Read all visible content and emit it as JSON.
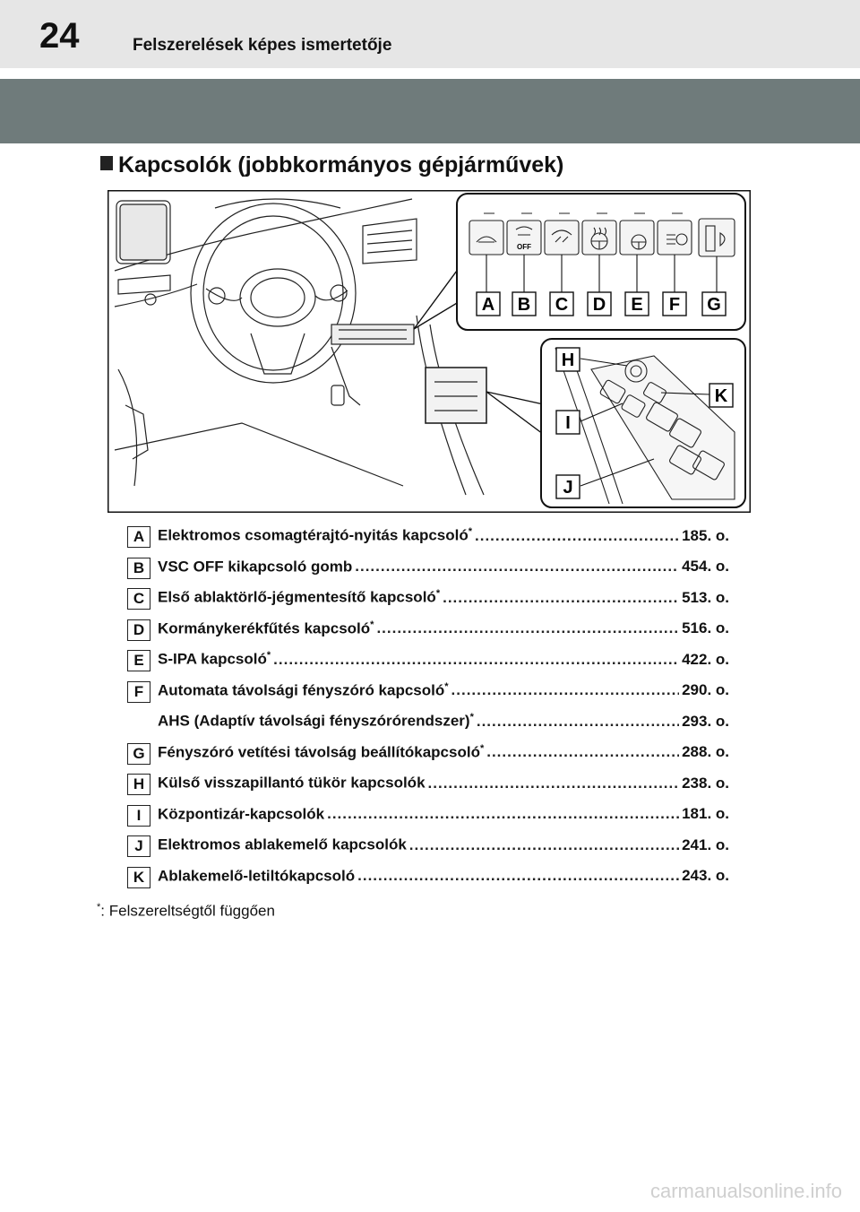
{
  "header": {
    "page_number": "24",
    "title": "Felszerelések képes ismertetője"
  },
  "section": {
    "title": "Kapcsolók (jobbkormányos gépjárművek)"
  },
  "figure": {
    "callouts_top": [
      "A",
      "B",
      "C",
      "D",
      "E",
      "F",
      "G"
    ],
    "callouts_side": [
      "H",
      "I",
      "J",
      "K"
    ],
    "switch_off_label": "OFF"
  },
  "items": [
    {
      "key": "A",
      "label": "Elektromos csomagtérajtó-nyitás kapcsoló",
      "star": "*",
      "page": "185. o."
    },
    {
      "key": "B",
      "label": "VSC OFF kikapcsoló gomb",
      "star": "",
      "page": "454. o."
    },
    {
      "key": "C",
      "label": "Első ablaktörlő-jégmentesítő kapcsoló",
      "star": "*",
      "page": "513. o."
    },
    {
      "key": "D",
      "label": "Kormánykerékfűtés kapcsoló",
      "star": "*",
      "page": "516. o."
    },
    {
      "key": "E",
      "label": "S-IPA kapcsoló",
      "star": "*",
      "page": "422. o."
    },
    {
      "key": "F",
      "label": "Automata távolsági fényszóró kapcsoló",
      "star": "*",
      "page": "290. o."
    },
    {
      "key": "",
      "label": "AHS (Adaptív távolsági fényszórórendszer)",
      "star": "*",
      "page": "293. o."
    },
    {
      "key": "G",
      "label": "Fényszóró vetítési távolság beállítókapcsoló",
      "star": "*",
      "page": "288. o."
    },
    {
      "key": "H",
      "label": "Külső visszapillantó tükör kapcsolók",
      "star": "",
      "page": "238. o."
    },
    {
      "key": "I",
      "label": "Központizár-kapcsolók",
      "star": "",
      "page": "181. o."
    },
    {
      "key": "J",
      "label": "Elektromos ablakemelő kapcsolók",
      "star": "",
      "page": "241. o."
    },
    {
      "key": "K",
      "label": "Ablakemelő-letiltókapcsoló",
      "star": "",
      "page": "243. o."
    }
  ],
  "footnote": {
    "star": "*",
    "text": ": Felszereltségtől függően"
  },
  "watermark": "carmanualsonline.info"
}
